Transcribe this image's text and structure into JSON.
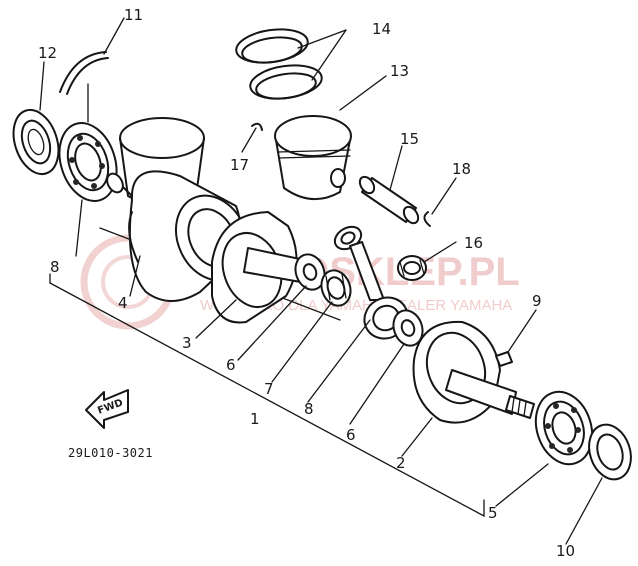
{
  "diagram": {
    "part_code": "29L010-3021",
    "direction_label": "FWD",
    "callouts": [
      "1",
      "2",
      "3",
      "4",
      "5",
      "6",
      "6",
      "7",
      "8",
      "9",
      "10",
      "11",
      "12",
      "13",
      "14",
      "15",
      "15",
      "16",
      "17",
      "18",
      "18"
    ],
    "colors": {
      "ink": "#161616",
      "watermark": "#e5a3a3",
      "background": "#ffffff"
    }
  },
  "watermark": {
    "line1": "MOTOSKLEP.PL",
    "line2": "WSZYSTKO DLA YAMAHA DEALER YAMAHA"
  }
}
